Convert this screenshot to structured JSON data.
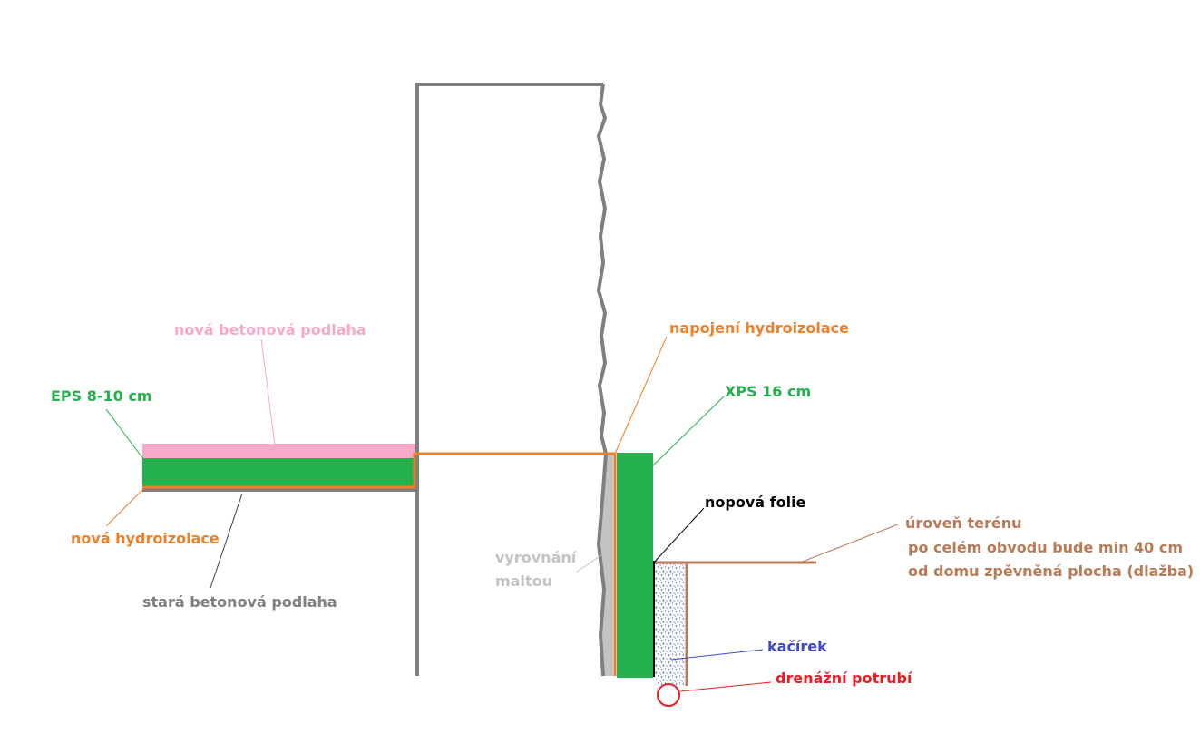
{
  "labels": {
    "new_concrete_floor": "nová betonová podlaha",
    "eps": "EPS 8-10 cm",
    "new_waterproofing": "nová hydroizolace",
    "old_concrete_floor": "stará betonová podlaha",
    "waterproofing_connection": "napojení hydroizolace",
    "xps": "XPS 16 cm",
    "dimple_membrane": "nopová folie",
    "ground_level": "úroveň terénu",
    "ground_note_line1": "po celém obvodu bude min 40 cm",
    "ground_note_line2": "od domu zpěvněná plocha (dlažba)",
    "mortar_leveling_line1": "vyrovnání",
    "mortar_leveling_line2": "maltou",
    "gravel": "kačírek",
    "drainage_pipe": "drenážní potrubí"
  },
  "colors": {
    "pink": "#f7a9c8",
    "green": "#22b14c",
    "orange": "#f07f29",
    "gray_wall": "#7f7f7f",
    "brown": "#b97a57",
    "light_gray": "#c3c3c3",
    "blue": "#3f48cc",
    "red": "#ed1c24",
    "black": "#000000"
  }
}
